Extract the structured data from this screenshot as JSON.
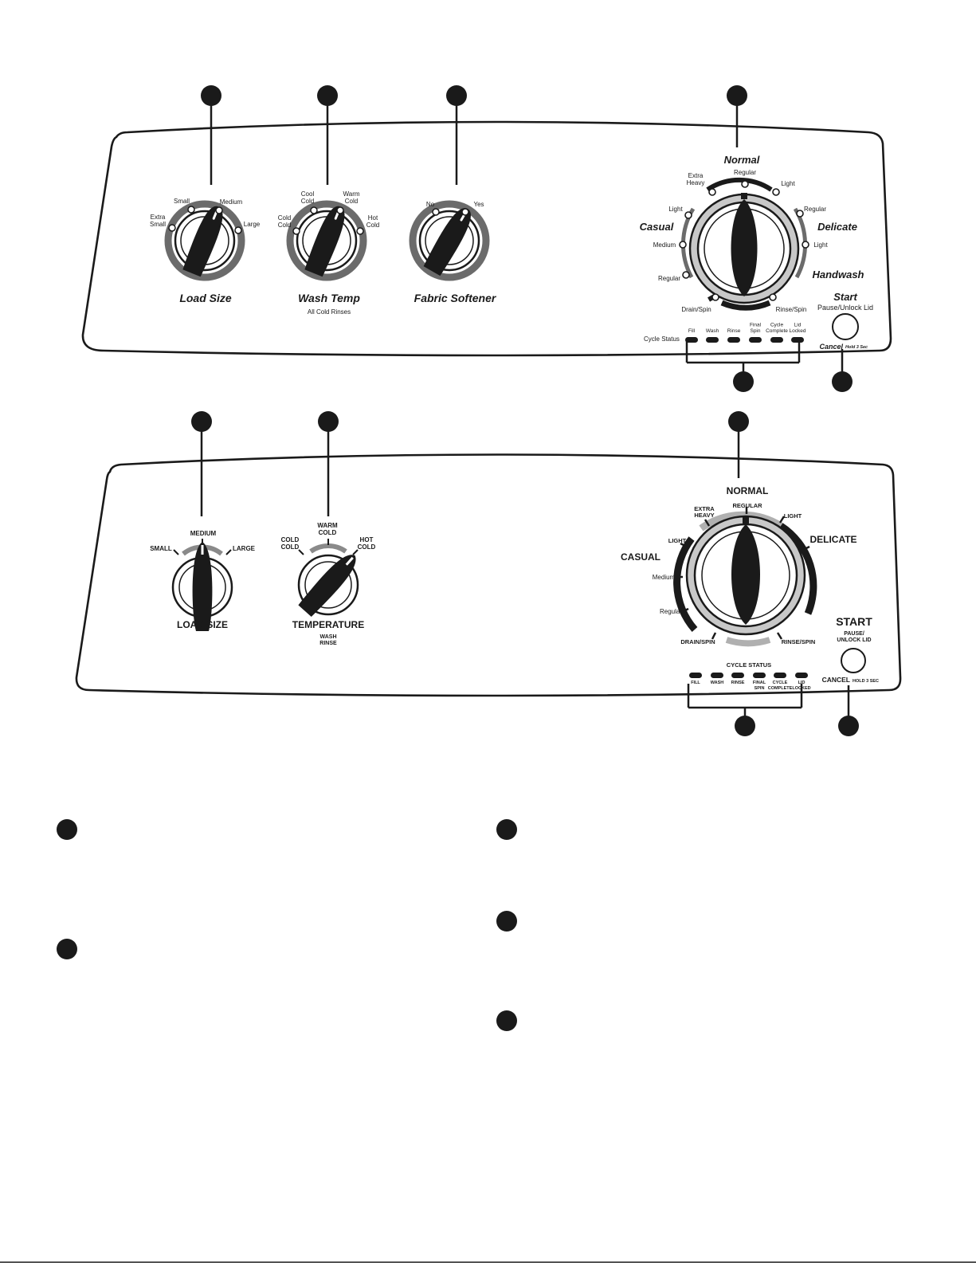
{
  "panel1": {
    "load_size": {
      "title": "Load Size",
      "options": [
        "Extra\nSmall",
        "Small",
        "Medium",
        "Large"
      ],
      "selected": "Medium"
    },
    "wash_temp": {
      "title": "Wash Temp",
      "subtitle": "All Cold Rinses",
      "options": [
        "Cold\nCold",
        "Cool\nCold",
        "Warm\nCold",
        "Hot\nCold"
      ],
      "selected": "Warm\nCold"
    },
    "fabric_softener": {
      "title": "Fabric Softener",
      "options": [
        "No",
        "Yes"
      ],
      "selected": "Yes"
    },
    "cycle_dial": {
      "groups": {
        "normal": "Normal",
        "casual": "Casual",
        "delicate": "Delicate",
        "handwash": "Handwash"
      },
      "options": {
        "extra_heavy": "Extra\nHeavy",
        "normal_regular": "Regular",
        "normal_light": "Light",
        "delicate_regular": "Regular",
        "delicate_light": "Light",
        "casual_light": "Light",
        "casual_medium": "Medium",
        "casual_regular": "Regular",
        "drain_spin": "Drain/Spin",
        "rinse_spin": "Rinse/Spin"
      }
    },
    "start": {
      "label": "Start",
      "sublabel": "Pause/Unlock Lid",
      "cancel": "Cancel",
      "cancel_hint": "Hold 3 Sec"
    },
    "cycle_status": {
      "label": "Cycle Status",
      "lights": [
        "Fill",
        "Wash",
        "Rinse",
        "Final\nSpin",
        "Cycle\nComplete",
        "Lid\nLocked"
      ]
    }
  },
  "panel2": {
    "load_size": {
      "title": "LOAD SIZE",
      "options": [
        "SMALL",
        "MEDIUM",
        "LARGE"
      ],
      "selected": "MEDIUM"
    },
    "temperature": {
      "title": "TEMPERATURE",
      "subtitle": "WASH\nRINSE",
      "options": [
        "COLD\nCOLD",
        "WARM\nCOLD",
        "HOT\nCOLD"
      ],
      "selected": "HOT\nCOLD"
    },
    "cycle_dial": {
      "groups": {
        "normal": "NORMAL",
        "casual": "CASUAL",
        "delicate": "DELICATE"
      },
      "options": {
        "extra_heavy": "EXTRA\nHEAVY",
        "regular": "REGULAR",
        "light_normal": "LIGHT",
        "light_casual": "LIGHT",
        "medium": "Medium",
        "regular_casual": "Regular",
        "drain_spin": "DRAIN/SPIN",
        "rinse_spin": "RINSE/SPIN"
      }
    },
    "start": {
      "label": "START",
      "sublabel": "PAUSE/\nUNLOCK LID",
      "cancel": "CANCEL",
      "cancel_hint": "HOLD 3 SEC"
    },
    "cycle_status": {
      "label": "CYCLE STATUS",
      "lights": [
        "FILL",
        "WASH",
        "RINSE",
        "FINAL\nSPIN",
        "CYCLE\nCOMPLETE",
        "LID\nLOCKED"
      ]
    }
  },
  "colors": {
    "ink": "#1a1a1a",
    "mid_gray": "#8a8a8a",
    "light_gray": "#c8c8c8",
    "ring_dark": "#6b6b6b"
  },
  "icons": [
    "callout-marker-icon",
    "dial-knob-icon",
    "indicator-light-icon",
    "start-button-icon"
  ]
}
